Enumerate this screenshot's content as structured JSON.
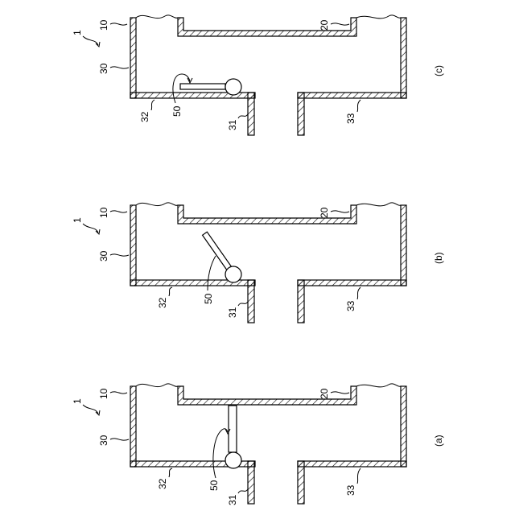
{
  "panels": [
    {
      "id": "c",
      "caption": "(c)",
      "labels": {
        "assembly": "1",
        "upper": "10",
        "lower": "20",
        "housing": "30",
        "flange": "31",
        "left_wall": "32",
        "right_wall": "33",
        "valve": "50"
      },
      "valve_state": "closed"
    },
    {
      "id": "b",
      "caption": "(b)",
      "labels": {
        "assembly": "1",
        "upper": "10",
        "lower": "20",
        "housing": "30",
        "flange": "31",
        "left_wall": "32",
        "right_wall": "33",
        "valve": "50"
      },
      "valve_state": "partially-open"
    },
    {
      "id": "a",
      "caption": "(a)",
      "labels": {
        "assembly": "1",
        "upper": "10",
        "lower": "20",
        "housing": "30",
        "flange": "31",
        "left_wall": "32",
        "right_wall": "33",
        "valve": "50"
      },
      "valve_state": "open"
    }
  ],
  "colors": {
    "line": "#000000",
    "background": "#ffffff"
  }
}
